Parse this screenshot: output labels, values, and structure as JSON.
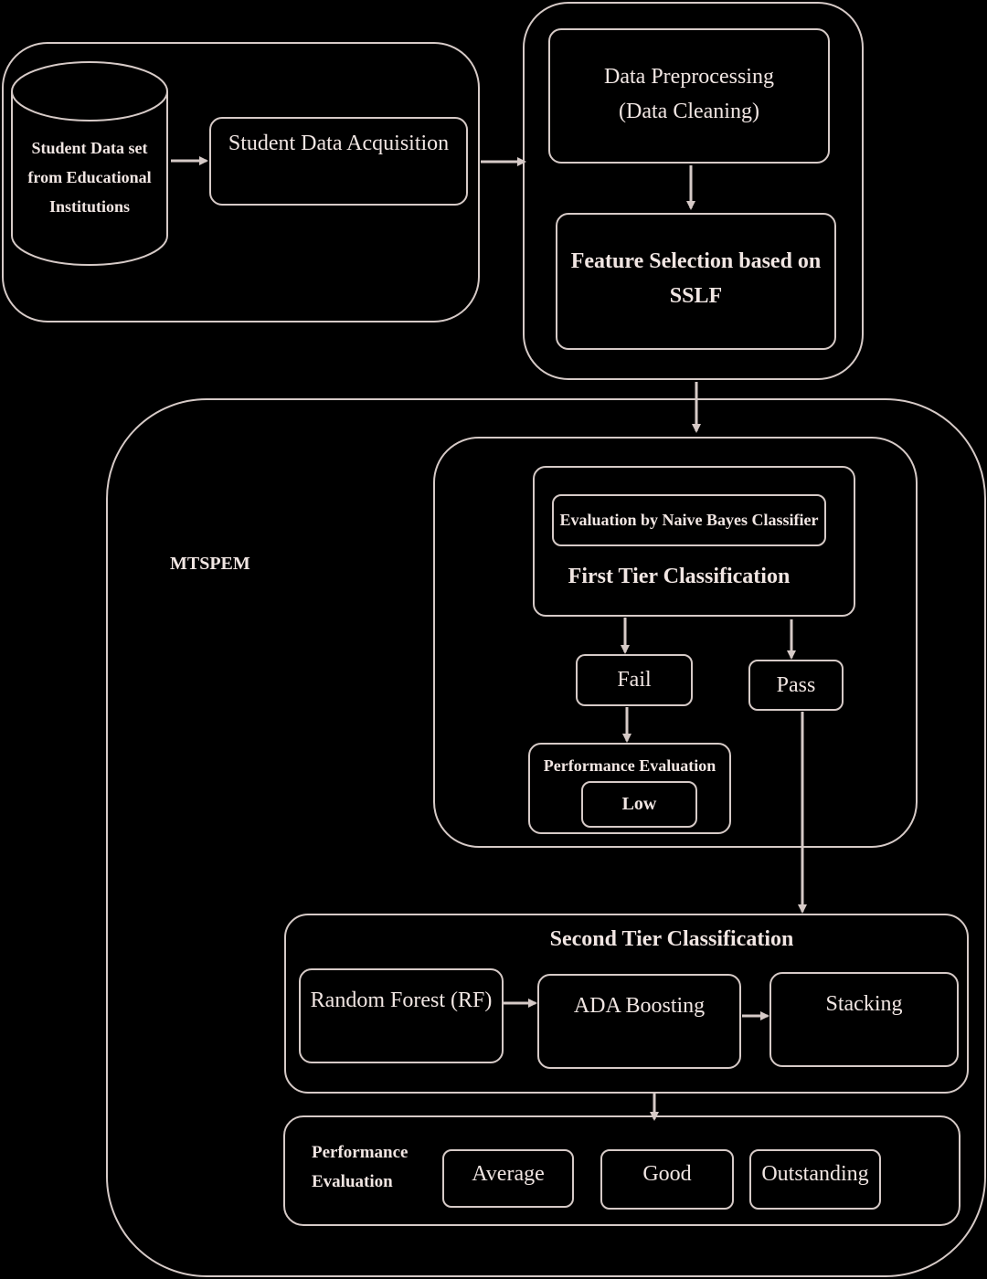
{
  "nodes": {
    "dataset": "Student Data set\nfrom Educational\nInstitutions",
    "acquisition": "Student Data Acquisition",
    "preprocessing": "Data Preprocessing\n(Data Cleaning)",
    "feature_selection": "Feature Selection based on\nSSLF",
    "mtspem": "MTSPEM",
    "naive_bayes": "Evaluation by Naive Bayes Classifier",
    "first_tier": "First Tier Classification",
    "fail": "Fail",
    "pass": "Pass",
    "perf_eval_low_title": "Performance Evaluation",
    "low": "Low",
    "second_tier": "Second Tier Classification",
    "random_forest": "Random Forest (RF)",
    "ada_boosting": "ADA Boosting",
    "stacking": "Stacking",
    "perf_eval_final": "Performance\nEvaluation",
    "average": "Average",
    "good": "Good",
    "outstanding": "Outstanding"
  },
  "colors": {
    "background": "#000000",
    "stroke": "#d6cac7",
    "text": "#f1e6e3"
  }
}
